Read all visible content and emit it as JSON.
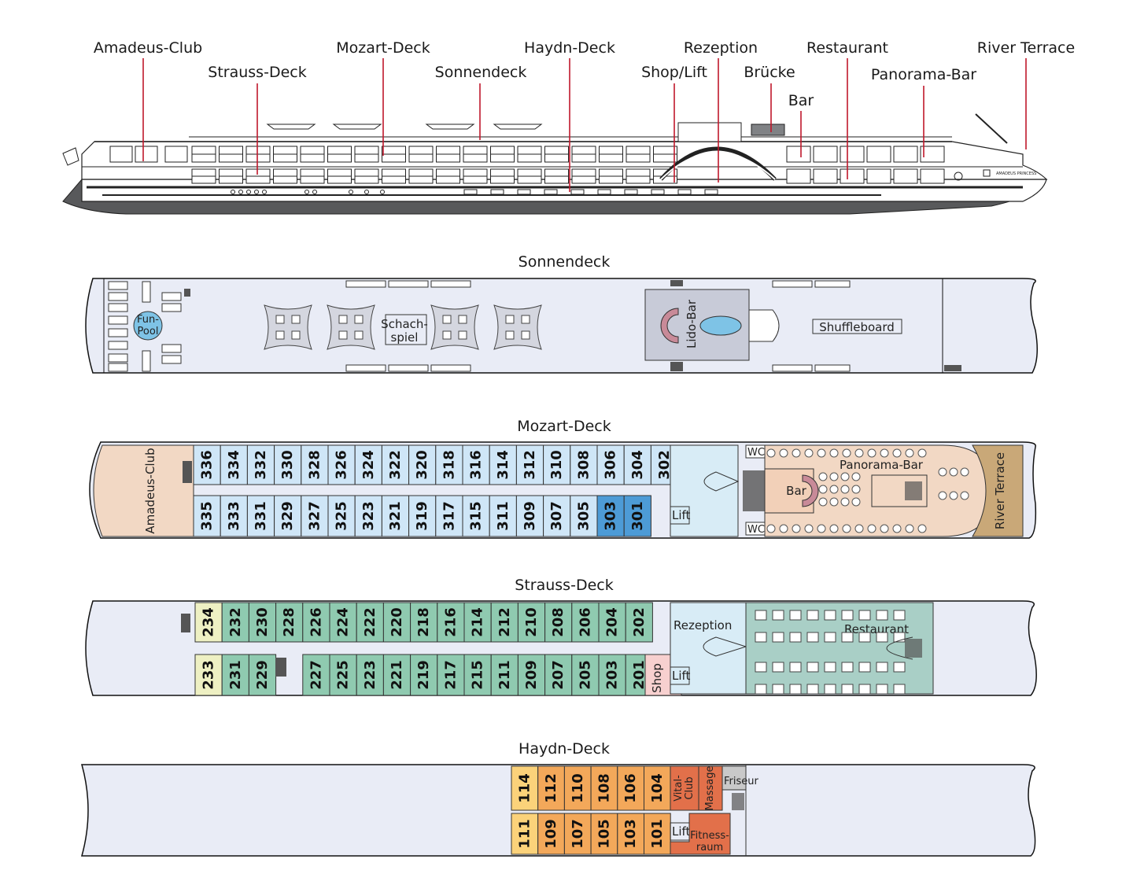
{
  "profile_labels": [
    {
      "id": "amadeus-club",
      "text": "Amadeus-Club"
    },
    {
      "id": "strauss-deck",
      "text": "Strauss-Deck"
    },
    {
      "id": "mozart-deck",
      "text": "Mozart-Deck"
    },
    {
      "id": "sonnendeck",
      "text": "Sonnendeck"
    },
    {
      "id": "haydn-deck",
      "text": "Haydn-Deck"
    },
    {
      "id": "shop-lift",
      "text": "Shop/Lift"
    },
    {
      "id": "rezeption",
      "text": "Rezeption"
    },
    {
      "id": "bruecke",
      "text": "Brücke"
    },
    {
      "id": "bar",
      "text": "Bar"
    },
    {
      "id": "restaurant",
      "text": "Restaurant"
    },
    {
      "id": "panorama-bar",
      "text": "Panorama-Bar"
    },
    {
      "id": "river-terrace",
      "text": "River Terrace"
    }
  ],
  "ship_name": "AMADEUS PRINCESS",
  "decks": {
    "sonnendeck": {
      "title": "Sonnendeck",
      "fun_pool": [
        "Fun-",
        "Pool"
      ],
      "schachspiel": [
        "Schach-",
        "spiel"
      ],
      "lido_bar": "Lido-Bar",
      "shuffleboard": "Shuffleboard"
    },
    "mozart": {
      "title": "Mozart-Deck",
      "top_cabins": [
        "336",
        "334",
        "332",
        "330",
        "328",
        "326",
        "324",
        "322",
        "320",
        "318",
        "316",
        "314",
        "312",
        "310",
        "308",
        "306",
        "304",
        "302"
      ],
      "bottom_cabins": [
        "335",
        "333",
        "331",
        "329",
        "327",
        "325",
        "323",
        "321",
        "319",
        "317",
        "315",
        "311",
        "309",
        "307",
        "305",
        "303",
        "301"
      ],
      "amadeus_club": "Amadeus-Club",
      "lift": "Lift",
      "wc": "WC",
      "bar": "Bar",
      "panorama_bar": "Panorama-Bar",
      "river_terrace": "River Terrace"
    },
    "strauss": {
      "title": "Strauss-Deck",
      "top_cabins": [
        "234",
        "232",
        "230",
        "228",
        "226",
        "224",
        "222",
        "220",
        "218",
        "216",
        "214",
        "212",
        "210",
        "208",
        "206",
        "204",
        "202"
      ],
      "bottom_cabins": [
        "233",
        "231",
        "229",
        "227",
        "225",
        "223",
        "221",
        "219",
        "217",
        "215",
        "211",
        "209",
        "207",
        "205",
        "203",
        "201"
      ],
      "rezeption": "Rezeption",
      "shop": "Shop",
      "lift": "Lift",
      "restaurant": "Restaurant"
    },
    "haydn": {
      "title": "Haydn-Deck",
      "top_cabins": [
        "114",
        "112",
        "110",
        "108",
        "106",
        "104"
      ],
      "bottom_cabins": [
        "111",
        "109",
        "107",
        "105",
        "103",
        "101"
      ],
      "vital_club": [
        "Vital-",
        "Club"
      ],
      "massage": "Massage",
      "friseur": "Friseur",
      "lift": "Lift",
      "fitnessraum": [
        "Fitness-",
        "raum"
      ]
    }
  },
  "colors": {
    "deck_fill": "#e9ecf6",
    "mozart_cabin": "#cfe6f7",
    "mozart_suite": "#4d9bd6",
    "strauss_cabin": "#8fcab0",
    "strauss_single": "#eef0c3",
    "haydn_cabin_light": "#fbd27a",
    "haydn_cabin_dark": "#f3a85a",
    "spa": "#e2704a",
    "friseur": "#c9c9c9",
    "lounge": "#f2d8c4",
    "restaurant": "#a9cfc6",
    "terrace": "#c9a878",
    "shop": "#f7d0cf",
    "pool": "#7ec3e6",
    "line_red": "#c0182b"
  }
}
